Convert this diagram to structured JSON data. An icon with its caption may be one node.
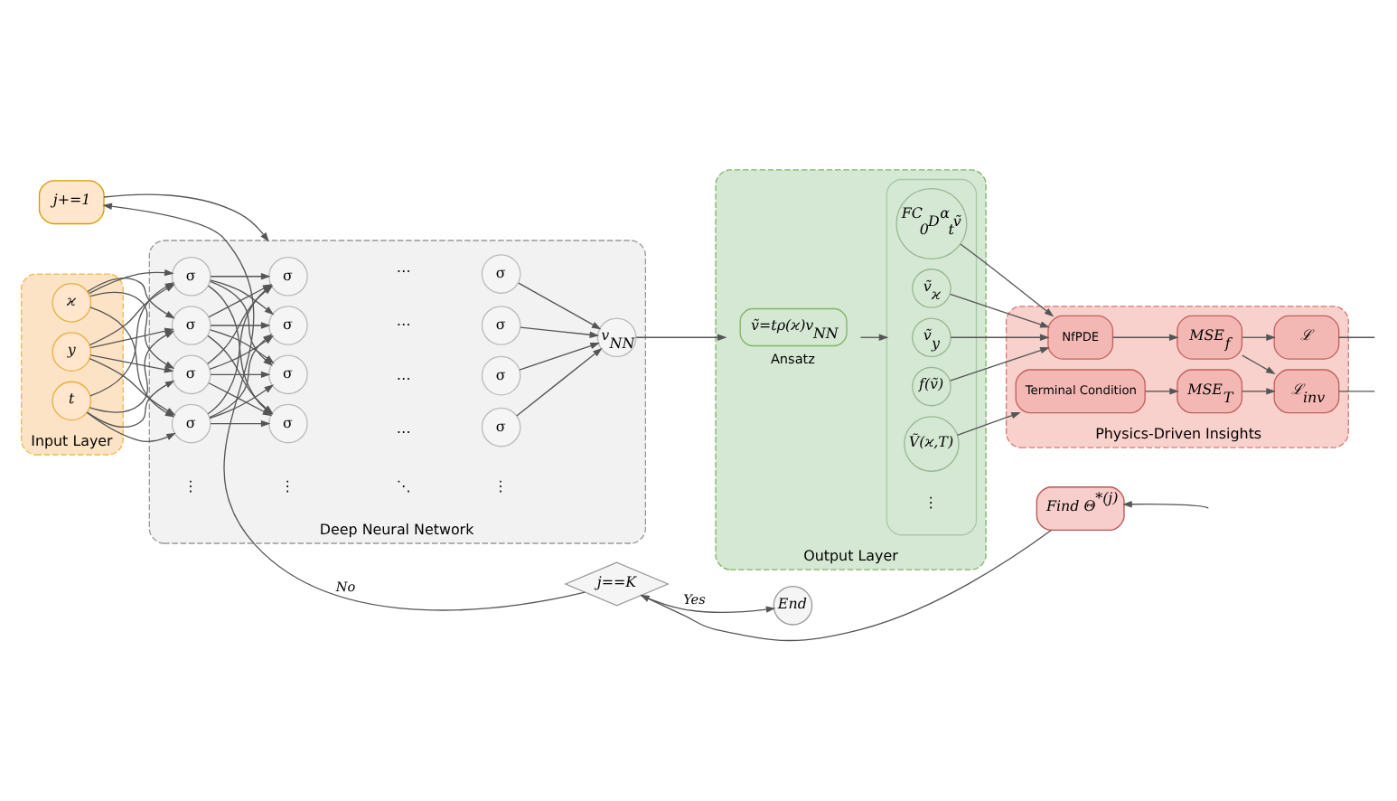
{
  "diagram": {
    "nodes": [
      {
        "text": [
          "j+=1"
        ]
      },
      {
        "text": [
          "j==K"
        ]
      },
      {
        "text": [
          "End"
        ]
      },
      {
        "text": [
          "Find Θ$^{*(j)}$"
        ]
      },
      {
        "text": [
          "Input Layer"
        ]
      },
      {
        "text": [
          "ϰ"
        ],
        "in": 4
      },
      {
        "text": [
          "y"
        ],
        "in": 4
      },
      {
        "text": [
          "t"
        ],
        "in": 4
      },
      {
        "text": [
          "Deep Neural Network"
        ]
      },
      {
        "text": [
          "σ"
        ],
        "in": 8
      },
      {
        "text": [
          "σ"
        ],
        "in": 8
      },
      {
        "text": [
          "σ"
        ],
        "in": 8
      },
      {
        "text": [
          "σ"
        ],
        "in": 8
      },
      {
        "text": [
          "σ"
        ],
        "in": 8
      },
      {
        "text": [
          "σ"
        ],
        "in": 8
      },
      {
        "text": [
          "σ"
        ],
        "in": 8
      },
      {
        "text": [
          "σ"
        ],
        "in": 8
      },
      {
        "text": [
          "σ"
        ],
        "in": 8
      },
      {
        "text": [
          "σ"
        ],
        "in": 8
      },
      {
        "text": [
          "σ"
        ],
        "in": 8
      },
      {
        "text": [
          "σ"
        ],
        "in": 8
      },
      {
        "text": [
          "v$_{NN}$"
        ],
        "in": 8
      },
      {
        "text": [
          "Output Layer"
        ]
      },
      {
        "text": [
          "ṽ=tρ(ϰ)v$_{NN}$"
        ],
        "beside": [
          "Ansatz"
        ],
        "in": 22
      },
      {
        "text": [],
        "shape": "box",
        "in": 22
      },
      {
        "text": [
          "$^{FC}$$_{0}$D$^{α}$$_{t}$ṽ"
        ],
        "in": 24
      },
      {
        "text": [
          "ṽ$_{ϰ}$"
        ],
        "in": 24
      },
      {
        "text": [
          "ṽ$_{y}$"
        ],
        "in": 24
      },
      {
        "text": [
          "f(ṽ)"
        ],
        "in": 24
      },
      {
        "text": [
          "Ṽ(ϰ,T)"
        ],
        "in": 24
      },
      {
        "text": [
          "Physics-Driven Insights"
        ]
      },
      {
        "text": [
          "NfPDE"
        ],
        "in": 30
      },
      {
        "text": [
          "Terminal Condition"
        ],
        "in": 30
      },
      {
        "text": [
          "MSE$_{f}$"
        ],
        "in": 30
      },
      {
        "text": [
          "MSE$_{T}$"
        ],
        "in": 30
      },
      {
        "text": [
          "ℒ"
        ],
        "in": 30
      },
      {
        "text": [
          "ℒ$_{inv}$"
        ],
        "in": 30
      }
    ],
    "edges": [
      {
        "from": null,
        "to": 3,
        "arrow": "to"
      },
      {
        "from": 3,
        "to": 1,
        "arrow": "to"
      },
      {
        "from": 1,
        "to": 0,
        "arrow": "to",
        "label": "No"
      },
      {
        "from": 1,
        "to": 2,
        "arrow": "to",
        "label": "Yes"
      },
      {
        "from": 0,
        "to": 8,
        "arrow": "to"
      },
      {
        "from": 5,
        "to": 9,
        "arrow": "to"
      },
      {
        "from": 5,
        "to": 10,
        "arrow": "to"
      },
      {
        "from": 5,
        "to": 11,
        "arrow": "to"
      },
      {
        "from": 5,
        "to": 12,
        "arrow": "to"
      },
      {
        "from": 6,
        "to": 9,
        "arrow": "to"
      },
      {
        "from": 6,
        "to": 10,
        "arrow": "to"
      },
      {
        "from": 6,
        "to": 11,
        "arrow": "to"
      },
      {
        "from": 6,
        "to": 12,
        "arrow": "to"
      },
      {
        "from": 7,
        "to": 9,
        "arrow": "to"
      },
      {
        "from": 7,
        "to": 10,
        "arrow": "to"
      },
      {
        "from": 7,
        "to": 11,
        "arrow": "to"
      },
      {
        "from": 7,
        "to": 12,
        "arrow": "to"
      },
      {
        "from": 9,
        "to": 13,
        "arrow": "to"
      },
      {
        "from": 9,
        "to": 14,
        "arrow": "to"
      },
      {
        "from": 9,
        "to": 15,
        "arrow": "to"
      },
      {
        "from": 9,
        "to": 16,
        "arrow": "to"
      },
      {
        "from": 10,
        "to": 13,
        "arrow": "to"
      },
      {
        "from": 10,
        "to": 14,
        "arrow": "to"
      },
      {
        "from": 10,
        "to": 15,
        "arrow": "to"
      },
      {
        "from": 10,
        "to": 16,
        "arrow": "to"
      },
      {
        "from": 11,
        "to": 13,
        "arrow": "to"
      },
      {
        "from": 11,
        "to": 14,
        "arrow": "to"
      },
      {
        "from": 11,
        "to": 15,
        "arrow": "to"
      },
      {
        "from": 11,
        "to": 16,
        "arrow": "to"
      },
      {
        "from": 12,
        "to": 13,
        "arrow": "to"
      },
      {
        "from": 12,
        "to": 14,
        "arrow": "to"
      },
      {
        "from": 12,
        "to": 15,
        "arrow": "to"
      },
      {
        "from": 12,
        "to": 16,
        "arrow": "to"
      },
      {
        "from": 17,
        "to": 21,
        "arrow": "to"
      },
      {
        "from": 18,
        "to": 21,
        "arrow": "to"
      },
      {
        "from": 19,
        "to": 21,
        "arrow": "to"
      },
      {
        "from": 20,
        "to": 21,
        "arrow": "to"
      },
      {
        "from": 21,
        "to": 23,
        "arrow": "to"
      },
      {
        "from": 23,
        "to": 24,
        "arrow": "to"
      },
      {
        "from": 25,
        "to": 31,
        "arrow": "to"
      },
      {
        "from": 26,
        "to": 31,
        "arrow": "to"
      },
      {
        "from": 27,
        "to": 31,
        "arrow": "to"
      },
      {
        "from": 28,
        "to": 31,
        "arrow": "to"
      },
      {
        "from": 29,
        "to": 32,
        "arrow": "to"
      },
      {
        "from": 31,
        "to": 33,
        "arrow": "to"
      },
      {
        "from": 32,
        "to": 34,
        "arrow": "to"
      },
      {
        "from": 33,
        "to": 35,
        "arrow": "to"
      },
      {
        "from": 33,
        "to": 36,
        "arrow": "to"
      },
      {
        "from": 34,
        "to": 36,
        "arrow": "to"
      },
      {
        "from": 35,
        "to": null,
        "arrow": "none"
      },
      {
        "from": 36,
        "to": null,
        "arrow": "none"
      }
    ],
    "labels": [
      "⋯",
      "⋯",
      "⋮",
      "⋮",
      "⋱",
      "⋮",
      "⋯",
      "⋯",
      "⋮"
    ]
  }
}
